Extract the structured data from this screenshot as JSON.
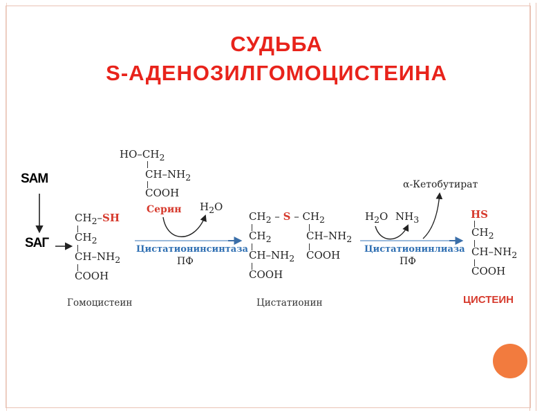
{
  "title_line1": "СУДЬБА",
  "title_line2": "S-АДЕНОЗИЛГОМОЦИСТЕИНА",
  "sam_label": "SAM",
  "sag_label": "SAГ",
  "serine": {
    "ho_ch2": "HO–CH",
    "ch_nh2": "CH–NH",
    "cooh": "COOH",
    "label": "Серин"
  },
  "water_1": "H",
  "water_1_tail": "O",
  "homocysteine": {
    "row1_ch2": "CH",
    "row1_dash": "–",
    "row1_sh": "SH",
    "row2": "CH",
    "row3": "CH–NH",
    "row4": "COOH",
    "caption": "Гомоцистеин"
  },
  "enzyme_1": {
    "name": "Цистатионинсинтаза",
    "cofactor": "ПФ"
  },
  "cystathionine": {
    "row1_left": "CH",
    "row1_s": "S",
    "row1_right": "CH",
    "row1_dash": "–",
    "row2_left": "CH",
    "row2_right": "CH–NH",
    "row3_left": "CH–NH",
    "row3_right": "COOH",
    "row4_left": "COOH",
    "caption": "Цистатионин"
  },
  "water_2": "H",
  "water_2_tail": "O",
  "ammonia": "NH",
  "ammonia_sub": "3",
  "alpha_ketobutyrate": "α-Кетобутират",
  "enzyme_2": {
    "name": "Цистатионинлиаза",
    "cofactor": "ПФ"
  },
  "cysteine": {
    "hs": "HS",
    "row2": "CH",
    "row3": "CH–NH",
    "row4": "COOH",
    "caption": "ЦИСТЕИН"
  },
  "subscript_two": "2",
  "colors": {
    "title": "#e8231b",
    "highlight": "#d63a2d",
    "enzyme": "#2f6fb2",
    "accent_dot": "#f27b3e",
    "frame": "#e9c2b4"
  }
}
